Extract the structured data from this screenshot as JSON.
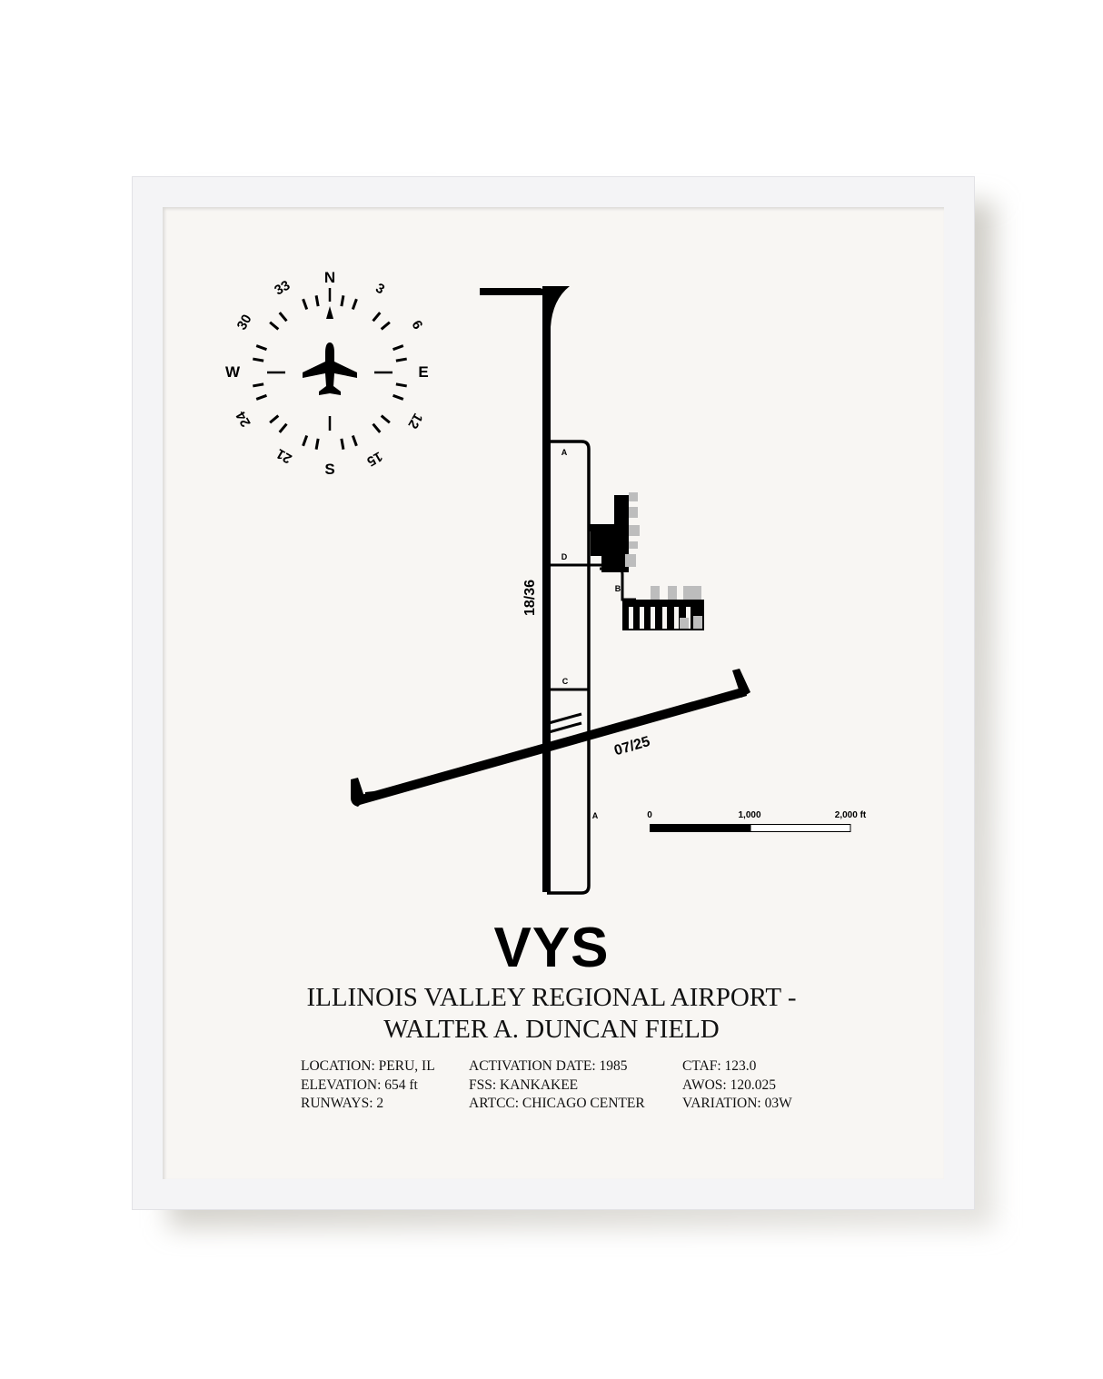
{
  "poster": {
    "code": "VYS",
    "name_line1": "ILLINOIS VALLEY REGIONAL AIRPORT -",
    "name_line2": "WALTER A. DUNCAN FIELD",
    "info_col1": [
      "LOCATION: PERU, IL",
      "ELEVATION: 654 ft",
      "RUNWAYS: 2"
    ],
    "info_col2": [
      "ACTIVATION DATE: 1985",
      "FSS: KANKAKEE",
      "ARTCC: CHICAGO CENTER"
    ],
    "info_col3": [
      "CTAF: 123.0",
      "AWOS: 120.025",
      "VARIATION: 03W"
    ]
  },
  "compass": {
    "cardinals": [
      "N",
      "E",
      "S",
      "W"
    ],
    "degree_labels": [
      "3",
      "6",
      "12",
      "15",
      "21",
      "24",
      "30",
      "33"
    ],
    "center_icon": "airplane-icon"
  },
  "diagram": {
    "runway_labels": [
      "18/36",
      "07/25"
    ],
    "taxiway_labels": [
      "A",
      "D",
      "B",
      "C",
      "A"
    ]
  },
  "scale_bar": {
    "labels": [
      "0",
      "1,000",
      "2,000 ft"
    ]
  },
  "colors": {
    "ink": "#000000",
    "paper": "#f8f6f3",
    "frame": "#f4f4f6",
    "building_gray": "#bdbdbd"
  }
}
